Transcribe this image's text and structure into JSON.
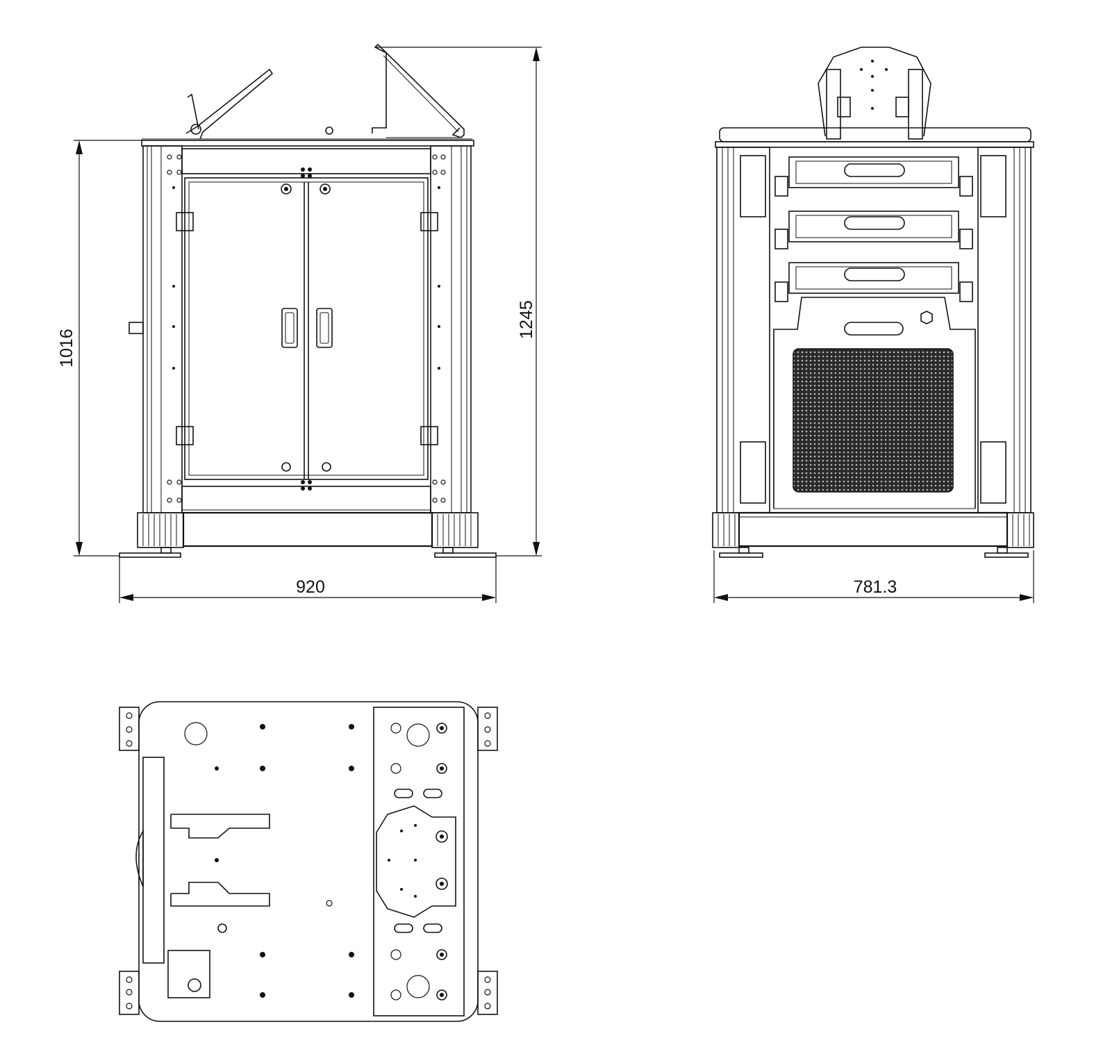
{
  "dimensions": {
    "front_height": "1016",
    "front_total_height": "1245",
    "front_width": "920",
    "side_width": "781.3"
  }
}
